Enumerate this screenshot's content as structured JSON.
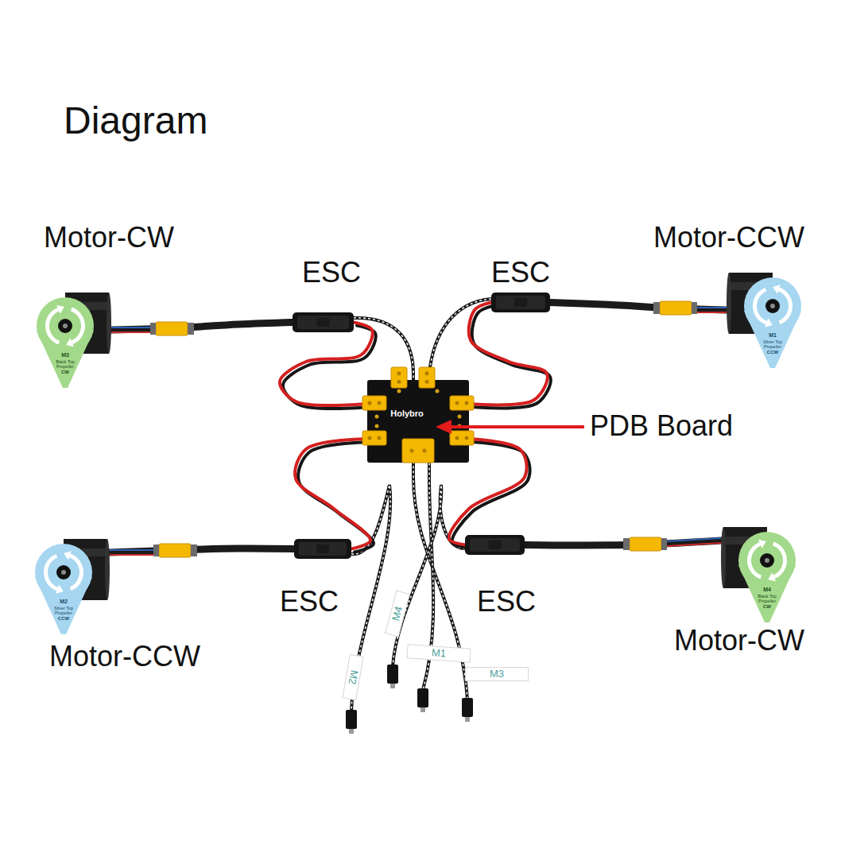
{
  "diagram": {
    "title": "Diagram",
    "nodes": [
      {
        "text": [
          "Motor-CW",
          "M3",
          "Black Top Propeller",
          "CW"
        ]
      },
      {
        "text": [
          "ESC"
        ]
      },
      {
        "text": [
          "ESC"
        ]
      },
      {
        "text": [
          "Motor-CCW",
          "M1",
          "Silver Top Propeller",
          "CCW"
        ]
      },
      {
        "text": [
          "Holybro"
        ]
      },
      {
        "text": [
          "Motor-CCW",
          "M2",
          "Silver Top Propeller",
          "CCW"
        ]
      },
      {
        "text": [
          "ESC"
        ]
      },
      {
        "text": [
          "ESC"
        ]
      },
      {
        "text": [
          "Motor-CW",
          "M4",
          "Black Top Propeller",
          "CW"
        ]
      }
    ],
    "edges": [
      {
        "from": 0,
        "to": 1,
        "arrow": "none"
      },
      {
        "from": 1,
        "to": 4,
        "arrow": "none"
      },
      {
        "from": 3,
        "to": 2,
        "arrow": "none"
      },
      {
        "from": 2,
        "to": 4,
        "arrow": "none"
      },
      {
        "from": 6,
        "to": 4,
        "arrow": "none"
      },
      {
        "from": 5,
        "to": 6,
        "arrow": "none"
      },
      {
        "from": 7,
        "to": 4,
        "arrow": "none"
      },
      {
        "from": 8,
        "to": 7,
        "arrow": "none"
      }
    ],
    "labels": [
      "PDB Board",
      "M4",
      "M1",
      "M2",
      "M3"
    ]
  }
}
